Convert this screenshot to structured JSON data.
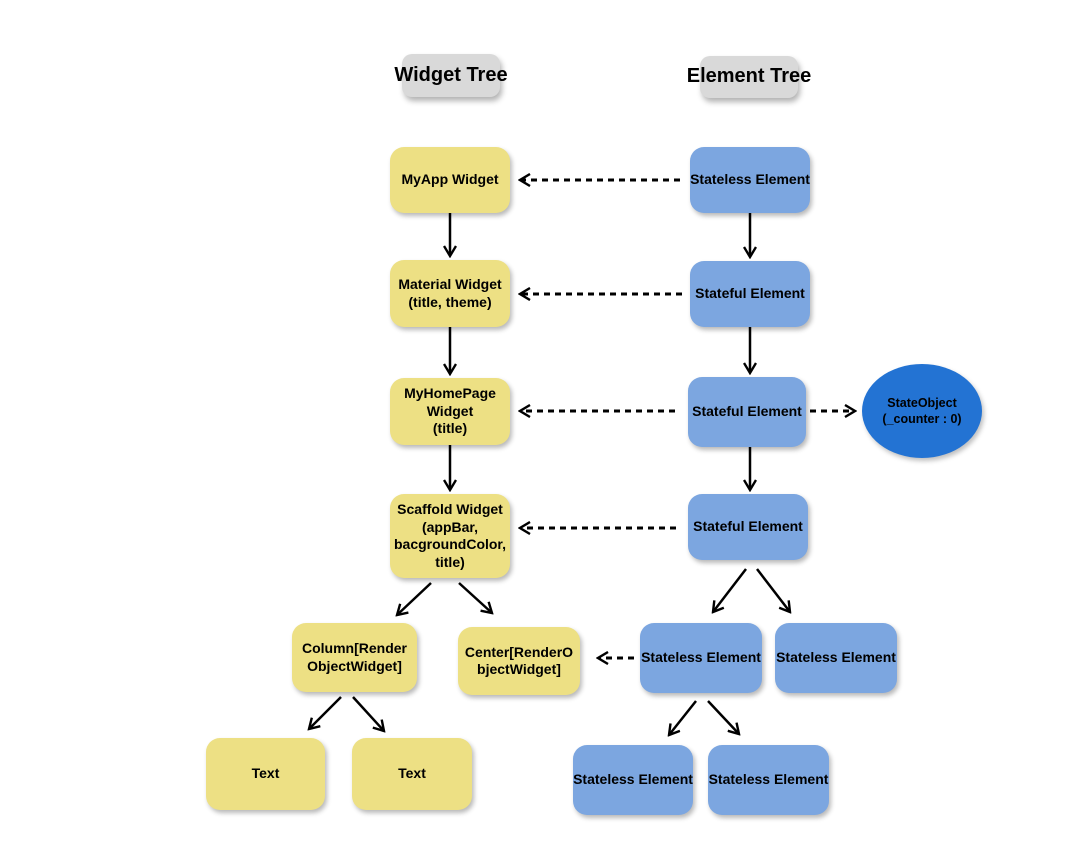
{
  "title": "Flutter widget tree vs element tree diagram",
  "headers": {
    "widget": "Widget Tree",
    "element": "Element Tree"
  },
  "widget_tree": {
    "nodes": [
      {
        "label": "MyApp Widget"
      },
      {
        "label": "Material Widget\n(title, theme)"
      },
      {
        "label": "MyHomePage\nWidget\n(title)"
      },
      {
        "label": "Scaffold Widget\n(appBar,\nbacgroundColor,\ntitle)"
      },
      {
        "label": "Column[Render\nObjectWidget]"
      },
      {
        "label": "Center[RenderO\nbjectWidget]"
      },
      {
        "label": "Text"
      },
      {
        "label": "Text"
      }
    ]
  },
  "element_tree": {
    "nodes": [
      {
        "label": "Stateless Element"
      },
      {
        "label": "Stateful Element"
      },
      {
        "label": "Stateful Element"
      },
      {
        "label": "Stateful Element"
      },
      {
        "label": "Stateless Element"
      },
      {
        "label": "Stateless Element"
      },
      {
        "label": "Stateless Element"
      },
      {
        "label": "Stateless Element"
      }
    ]
  },
  "state_object": {
    "label": "StateObject\n(_counter : 0)"
  },
  "colors": {
    "widget_box": "#EDE084",
    "element_box": "#7CA6E0",
    "state_object": "#2373D3",
    "header_box": "#D9D9D9",
    "arrow": "#000000"
  }
}
